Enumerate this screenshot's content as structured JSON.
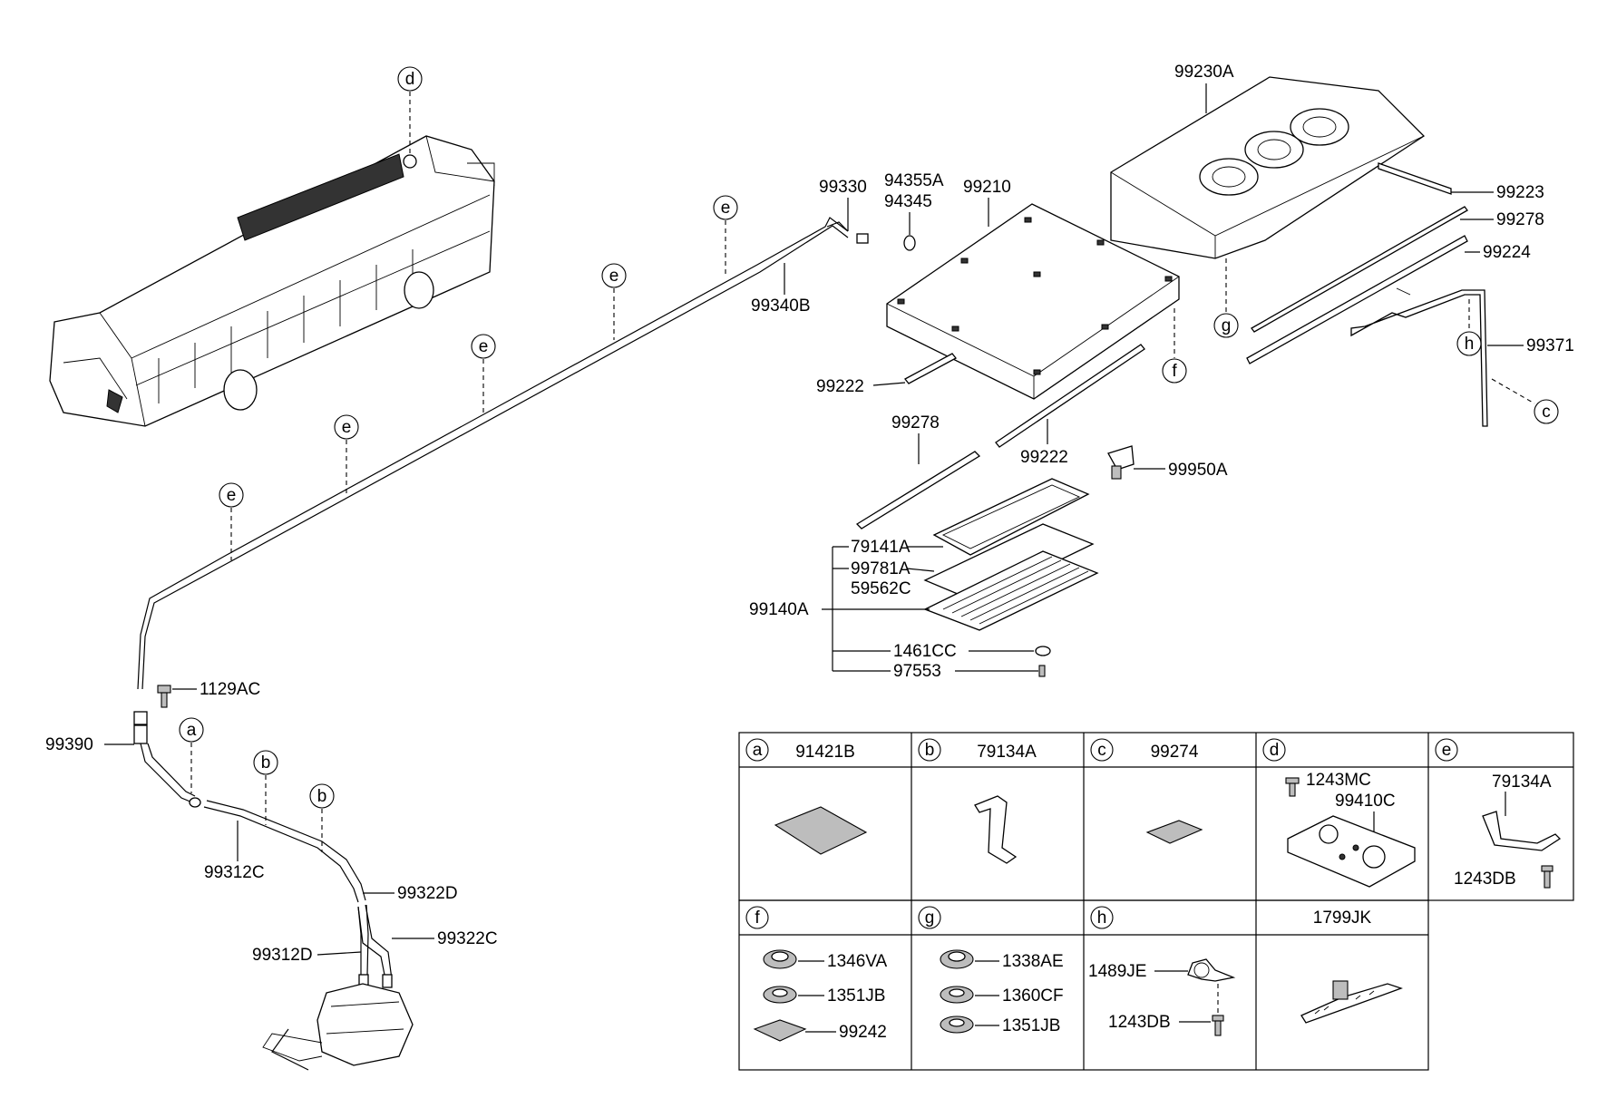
{
  "callouts": {
    "p99230A": "99230A",
    "p99223": "99223",
    "p99278_top": "99278",
    "p99224": "99224",
    "p99371": "99371",
    "p99330": "99330",
    "p94355A": "94355A",
    "p94345": "94345",
    "p99210": "99210",
    "p99340B": "99340B",
    "p99222_a": "99222",
    "p99278_mid": "99278",
    "p99222_b": "99222",
    "p99950A": "99950A",
    "p79141A": "79141A",
    "p99781A": "99781A",
    "p59562C": "59562C",
    "p99140A": "99140A",
    "p1461CC": "1461CC",
    "p97553": "97553",
    "p1129AC": "1129AC",
    "p99390": "99390",
    "p99312C": "99312C",
    "p99322D": "99322D",
    "p99312D": "99312D",
    "p99322C": "99322C"
  },
  "ref_letters": {
    "d_bus": "d",
    "e1": "e",
    "e2": "e",
    "e3": "e",
    "e4": "e",
    "e5": "e",
    "g": "g",
    "h": "h",
    "c": "c",
    "f": "f",
    "a": "a",
    "b1": "b",
    "b2": "b"
  },
  "legend": {
    "cells": [
      {
        "key": "a",
        "header": "91421B",
        "parts": []
      },
      {
        "key": "b",
        "header": "79134A",
        "parts": []
      },
      {
        "key": "c",
        "header": "99274",
        "parts": []
      },
      {
        "key": "d",
        "header": "",
        "parts": [
          "1243MC",
          "99410C"
        ]
      },
      {
        "key": "e",
        "header": "",
        "parts": [
          "79134A",
          "1243DB"
        ]
      },
      {
        "key": "f",
        "header": "",
        "parts": [
          "1346VA",
          "1351JB",
          "99242"
        ]
      },
      {
        "key": "g",
        "header": "",
        "parts": [
          "1338AE",
          "1360CF",
          "1351JB"
        ]
      },
      {
        "key": "h",
        "header": "",
        "parts": [
          "1489JE",
          "1243DB"
        ]
      },
      {
        "key": "",
        "header": "1799JK",
        "parts": []
      }
    ]
  }
}
